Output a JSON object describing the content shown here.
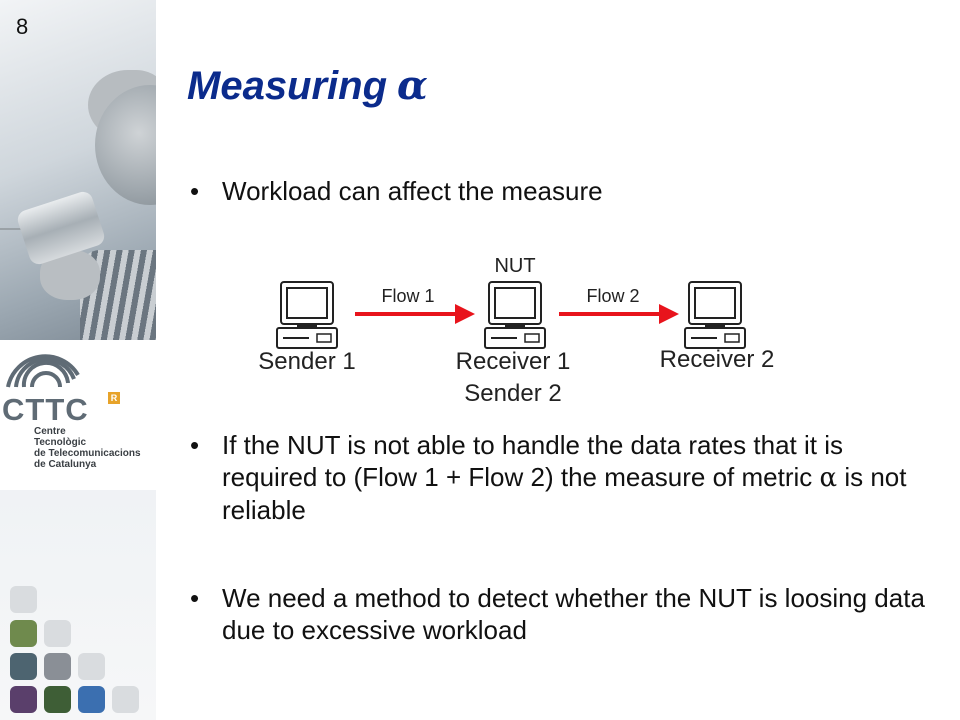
{
  "slide": {
    "number": "8",
    "title": "Measuring",
    "title_symbol": "α"
  },
  "bullets": [
    {
      "marker": "•",
      "text": "Workload can affect the measure"
    },
    {
      "marker": "•",
      "text_before": "If the NUT is not able to handle the data rates that it is required to (Flow 1 + Flow 2) the measure of metric",
      "symbol": "α",
      "text_after": "is not reliable"
    },
    {
      "marker": "•",
      "text": "We need a method to detect whether the NUT is loosing data due to excessive workload"
    }
  ],
  "diagram": {
    "nut_label": "NUT",
    "nodes": [
      {
        "label": "Sender 1"
      },
      {
        "label": "Receiver 1",
        "label2": "Sender 2"
      },
      {
        "label": "Receiver 2"
      }
    ],
    "flows": [
      {
        "label": "Flow 1"
      },
      {
        "label": "Flow 2"
      }
    ],
    "arrow_color": "#e8141c"
  },
  "logo": {
    "word": "CTTC",
    "mark": "R",
    "subtitle_lines": [
      "Centre",
      "Tecnològic",
      "de Telecomunicacions",
      "de Catalunya"
    ],
    "accent": "#e7a32a"
  },
  "colors": {
    "title": "#0b2b8c",
    "text": "#111111"
  }
}
